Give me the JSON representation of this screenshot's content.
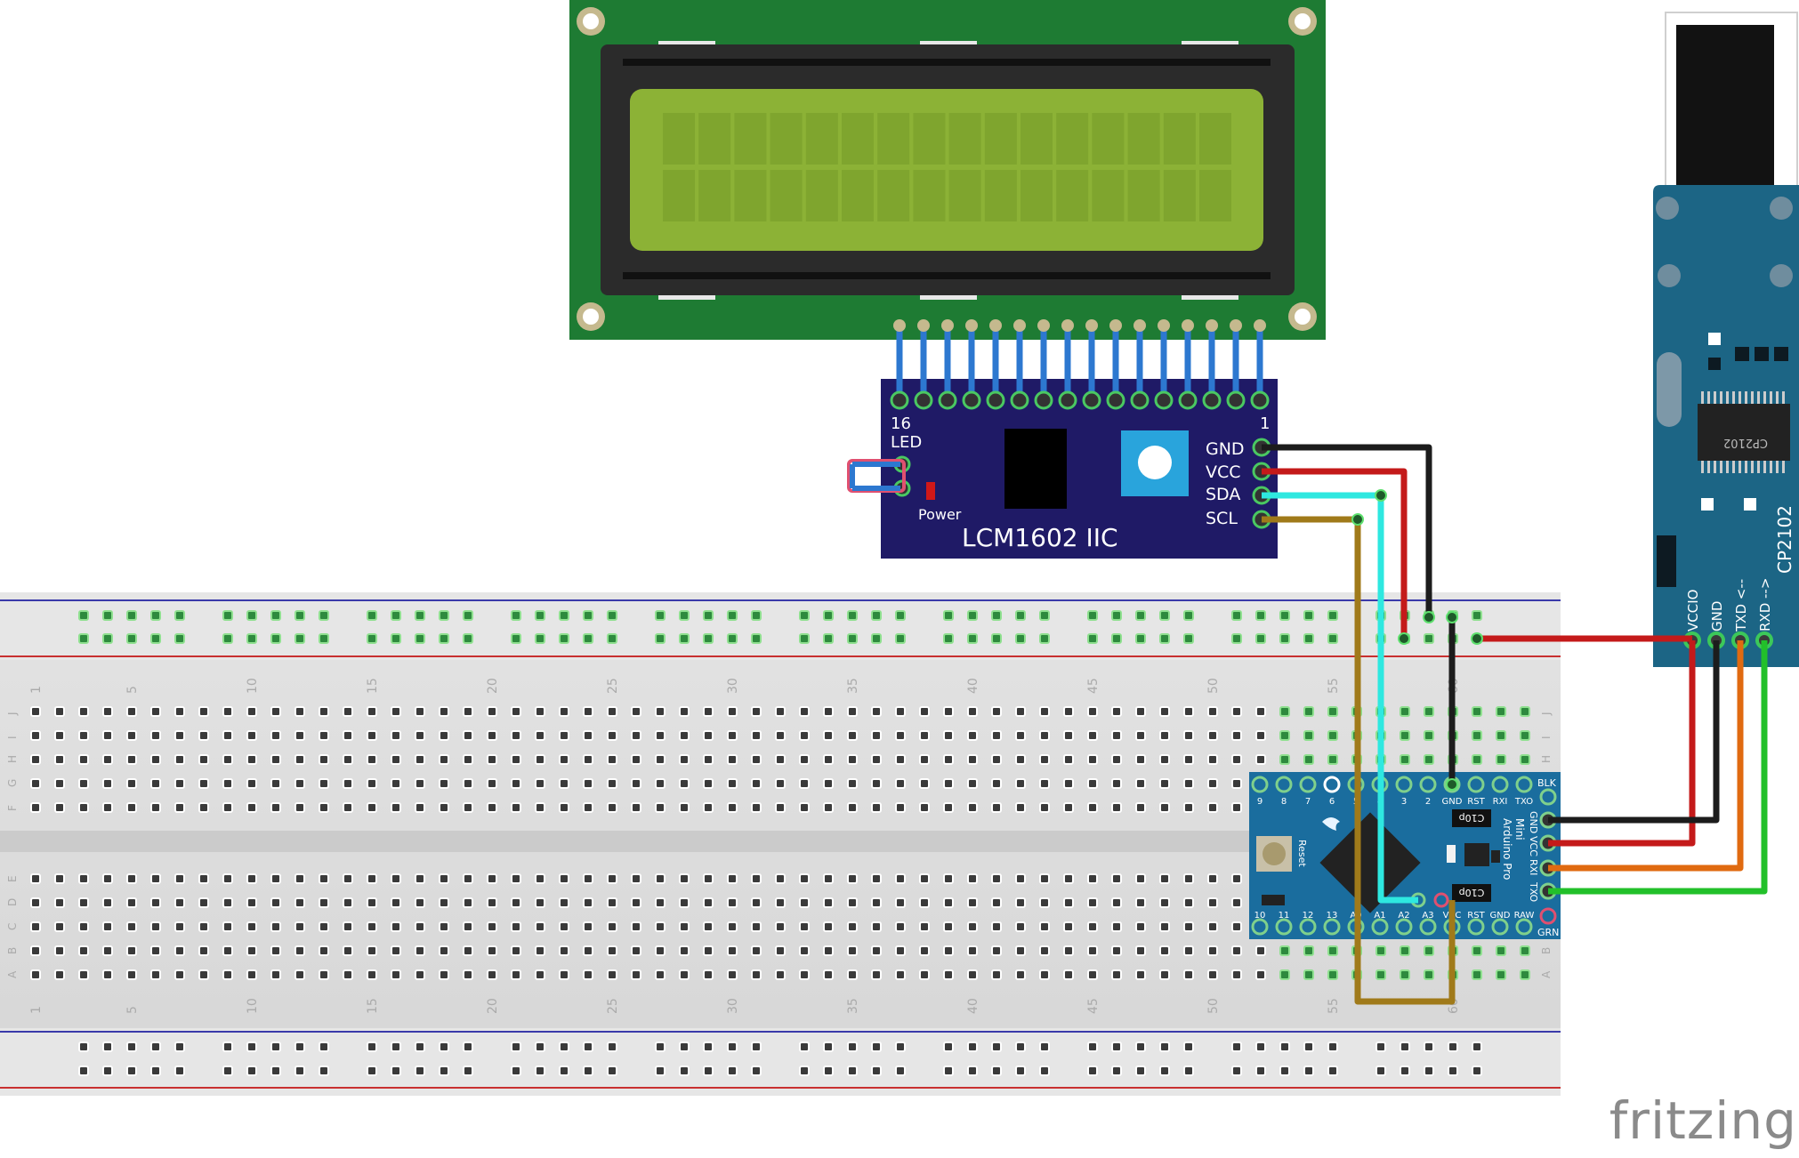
{
  "lcd_module": {
    "board_title": "LCM1602 IIC",
    "header_left_number": "16",
    "header_right_number": "1",
    "led_label": "LED",
    "power_label": "Power",
    "pins": [
      "GND",
      "VCC",
      "SDA",
      "SCL"
    ]
  },
  "breadboard": {
    "column_numbers": [
      "1",
      "5",
      "10",
      "15",
      "20",
      "25",
      "30",
      "35",
      "40",
      "45",
      "50",
      "55",
      "60"
    ],
    "top_row_letters": [
      "J",
      "I",
      "H",
      "G",
      "F"
    ],
    "bottom_row_letters": [
      "E",
      "D",
      "C",
      "B",
      "A"
    ]
  },
  "arduino": {
    "top_pins": [
      "9",
      "8",
      "7",
      "6",
      "5",
      "4",
      "3",
      "2",
      "GND",
      "RST",
      "RXI",
      "TXO"
    ],
    "bottom_pins": [
      "10",
      "11",
      "12",
      "13",
      "A0",
      "A1",
      "A2",
      "A3",
      "VCC",
      "RST",
      "GND",
      "RAW"
    ],
    "side_pins": [
      "GND",
      "VCC",
      "RXI",
      "TXO"
    ],
    "blk_label": "BLK",
    "grn_label": "GRN",
    "board_name_line1": "Arduino Pro",
    "board_name_line2": "Mini",
    "reset_label": "Reset",
    "cap_label": "C10p"
  },
  "usb_adapter": {
    "chip_label": "CP2102",
    "board_label": "CP2102",
    "pins": [
      "VCCIO",
      "GND",
      "TXD <--",
      "RXD -->"
    ]
  },
  "brand": "fritzing",
  "colors": {
    "lcd_pcb": "#1e7b33",
    "lcd_screen": "#8cb236",
    "i2c_board": "#1f1a66",
    "arduino_board": "#1a6d9e",
    "usb_board": "#1c6585",
    "wire_black": "#1c1c1c",
    "wire_red": "#c41a1a",
    "wire_cyan": "#2ee8e0",
    "wire_brown": "#a07a1a",
    "wire_orange": "#e06a10",
    "wire_green": "#22c02a",
    "wire_blue": "#2d78d0"
  }
}
